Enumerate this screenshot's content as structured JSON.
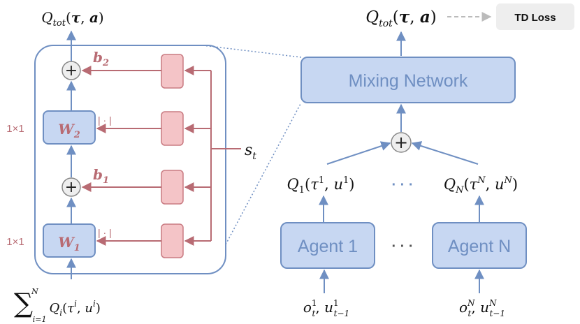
{
  "colors": {
    "blue_line": "#6f8fc2",
    "blue_fill": "#c7d7f2",
    "blue_stroke": "#6f8fc2",
    "red_line": "#b86b73",
    "red_fill": "#f4c4c7",
    "red_stroke": "#c97b82",
    "gray_fill": "#eeeeee",
    "text_blue": "#6f8fc2",
    "text_red": "#b86b73"
  },
  "labels": {
    "q_tot_left": "Q_tot(τ, a)",
    "q_tot_right": "Q_tot(τ, a)",
    "td_loss": "TD Loss",
    "mixing_network": "Mixing Network",
    "agent_1": "Agent 1",
    "agent_n": "Agent N",
    "q1": "Q1(τ1, u1)",
    "qn": "QN(τN, uN)",
    "o1": "o1t, u1t−1",
    "on": "oNt, uNt−1",
    "sum_input": "∑i=1N Qi(τi, ui)",
    "st": "st",
    "w1": "W1",
    "w2": "W2",
    "b1": "b1",
    "b2": "b2",
    "abs1": "| · |",
    "abs2": "| · |",
    "dim1": "1×1",
    "dim2": "1×1",
    "ellipsis_q": "· · ·",
    "ellipsis_agent": "· · ·"
  }
}
